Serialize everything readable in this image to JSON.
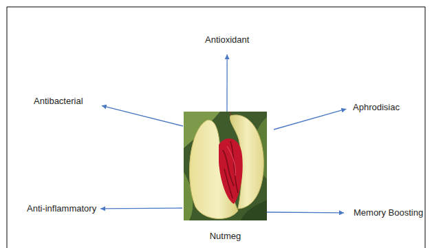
{
  "diagram": {
    "nodes": [
      {
        "text": [
          "Antioxidant"
        ]
      },
      {
        "text": [
          "Antibacterial"
        ]
      },
      {
        "text": [
          "Aphrodisiac"
        ]
      },
      {
        "text": [
          "Nutmeg"
        ]
      },
      {
        "text": [
          "Anti-inflammatory"
        ]
      },
      {
        "text": [
          "Memory Boosting"
        ]
      }
    ],
    "edges": [
      {
        "from": 3,
        "to": 0,
        "arrow": "to"
      },
      {
        "from": 3,
        "to": 1,
        "arrow": "to"
      },
      {
        "from": 3,
        "to": 2,
        "arrow": "to"
      },
      {
        "from": 3,
        "to": 4,
        "arrow": "to"
      },
      {
        "from": 3,
        "to": 5,
        "arrow": "to"
      }
    ]
  }
}
